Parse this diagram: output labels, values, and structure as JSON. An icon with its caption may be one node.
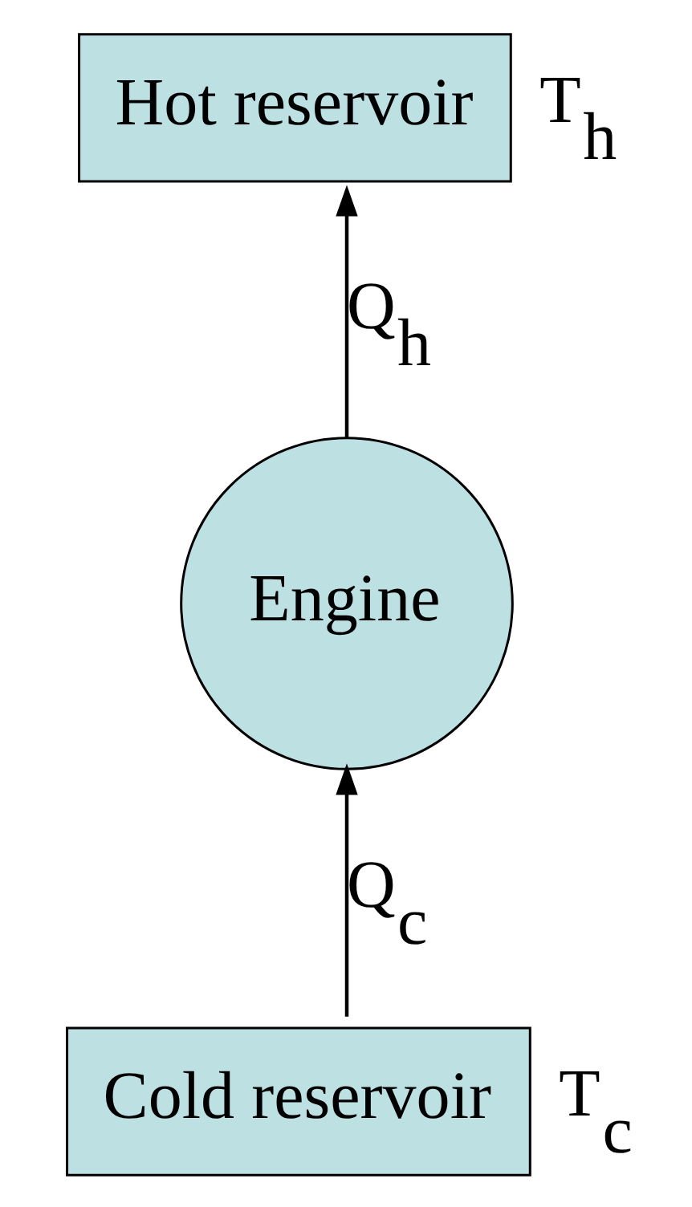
{
  "diagram": {
    "nodes": [
      {
        "text": [
          "Hot reservoir"
        ],
        "beside": [
          "T$_{h}$"
        ]
      },
      {
        "text": [
          "Engine"
        ]
      },
      {
        "text": [
          "Cold reservoir"
        ],
        "beside": [
          "T$_{c}$"
        ]
      }
    ],
    "edges": [
      {
        "from": 1,
        "to": 0,
        "arrow": "to",
        "label": "Q$_{h}$"
      },
      {
        "from": 2,
        "to": 1,
        "arrow": "to",
        "label": "Q$_{c}$"
      }
    ]
  }
}
